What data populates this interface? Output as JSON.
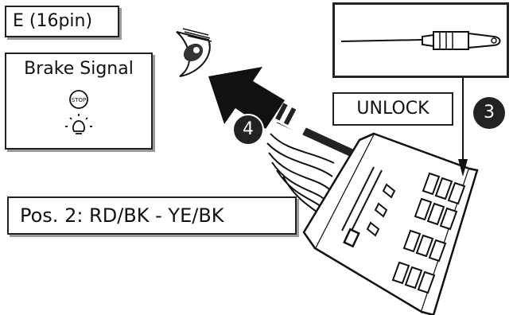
{
  "connector": {
    "label": "E (16pin)"
  },
  "signal": {
    "title": "Brake Signal",
    "stop_text": "STOP"
  },
  "tool": {
    "unlock_label": "UNLOCK"
  },
  "steps": {
    "unlock_step": "3",
    "pull_step": "4"
  },
  "position": {
    "label": "Pos. 2: RD/BK - YE/BK"
  }
}
